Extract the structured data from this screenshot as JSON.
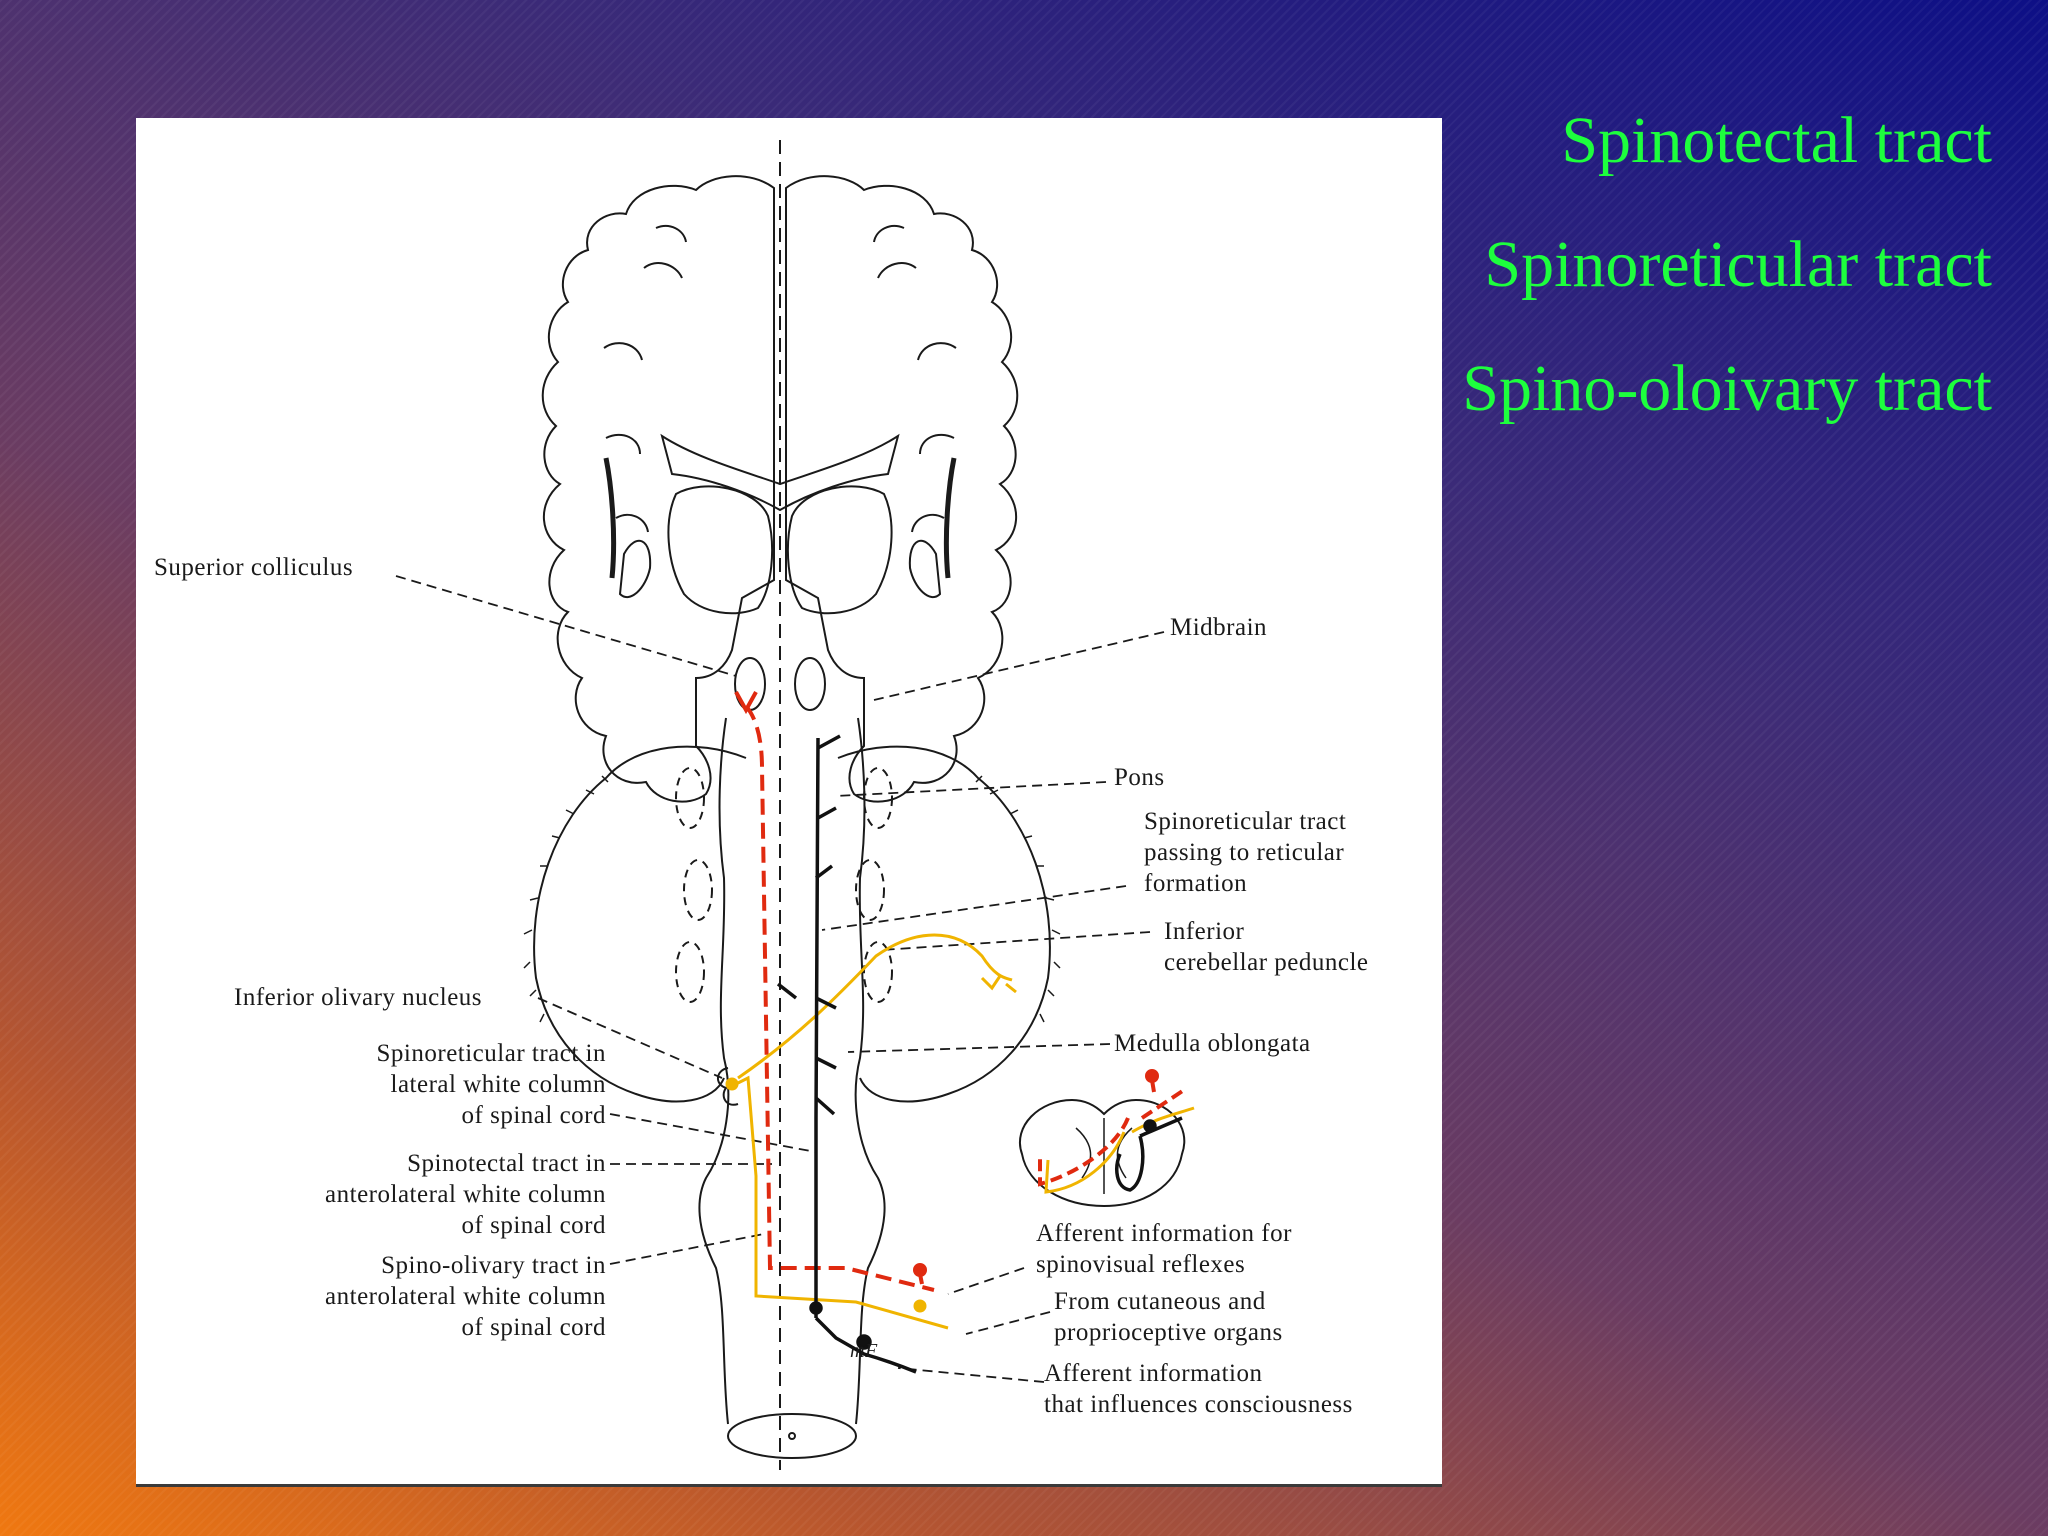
{
  "slide": {
    "titles": [
      "Spinotectal tract",
      "Spinoreticular tract",
      "Spino-oloivary tract"
    ],
    "colors": {
      "title": "#1dff3d",
      "spinotectal_tract": "#e02a10",
      "spino_olivary_tract": "#f0b400",
      "spinoreticular_tract": "#111111",
      "panel": "#ffffff"
    }
  },
  "diagram": {
    "labels": {
      "superior_colliculus": "Superior colliculus",
      "midbrain": "Midbrain",
      "pons": "Pons",
      "spinoreticular_reticular": [
        "Spinoreticular tract",
        "passing to reticular",
        "formation"
      ],
      "inferior_cerebellar_peduncle": [
        "Inferior",
        "cerebellar peduncle"
      ],
      "inferior_olivary_nucleus": "Inferior olivary nucleus",
      "medulla_oblongata": "Medulla oblongata",
      "spinoreticular_lateral": [
        "Spinoreticular tract in",
        "lateral white column",
        "of spinal cord"
      ],
      "spinotectal_anterolateral": [
        "Spinotectal tract in",
        "anterolateral white column",
        "of spinal cord"
      ],
      "spino_olivary_anterolateral": [
        "Spino-olivary tract in",
        "anterolateral white column",
        "of spinal cord"
      ],
      "afferent_spinovisual": [
        "Afferent information for",
        "spinovisual reflexes"
      ],
      "from_cutaneous": [
        "From cutaneous and",
        "proprioceptive organs"
      ],
      "afferent_consciousness": [
        "Afferent information",
        "that influences consciousness"
      ],
      "mf": "mF"
    }
  }
}
